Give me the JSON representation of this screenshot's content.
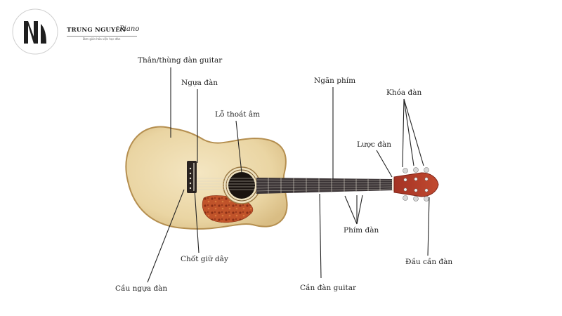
{
  "brand": {
    "name": "TRUNG NGUYÊN",
    "script": "Piano",
    "tagline": "Đơn giản hóa việc học đàn"
  },
  "labels": {
    "body": "Thân/thùng đàn guitar",
    "bridge": "Ngựa đàn",
    "soundhole": "Lỗ thoát âm",
    "fretboard": "Ngăn phím",
    "tuners": "Khóa đàn",
    "nut": "Lược đàn",
    "frets": "Phím đàn",
    "headstock": "Đầu cần đàn",
    "bridge_pins": "Chốt giữ dây",
    "saddle": "Cầu ngựa đàn",
    "neck": "Cần đàn guitar"
  },
  "colors": {
    "wood": "#ecd9ac",
    "wood_edge": "#b58f50",
    "pickguard": "#c0532a",
    "fretboard": "#3b3436",
    "headstock": "#b23a2a",
    "annotation_line": "#222222"
  }
}
